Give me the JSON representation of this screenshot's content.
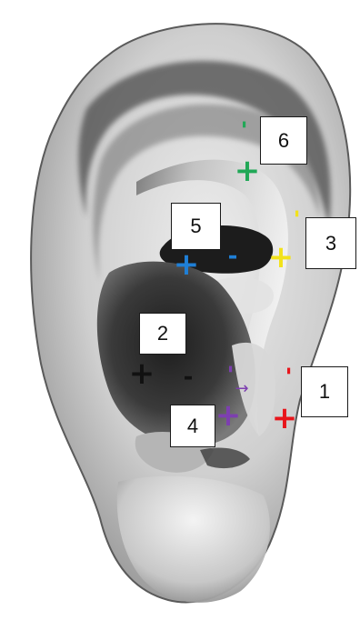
{
  "figure": {
    "subject": "ear",
    "background_color": "#ffffff"
  },
  "points": [
    {
      "id": "1",
      "color": "#e8151b",
      "plus": "+",
      "minus": "-",
      "label": "1"
    },
    {
      "id": "2",
      "color": "#111111",
      "plus": "+",
      "minus": "-",
      "label": "2"
    },
    {
      "id": "3",
      "color": "#f2e21b",
      "plus": "+",
      "minus": "-",
      "label": "3"
    },
    {
      "id": "4",
      "color": "#7d3fb0",
      "plus": "+",
      "minus": "-",
      "label": "4",
      "arrow": "→"
    },
    {
      "id": "5",
      "color": "#1f7fd6",
      "plus": "+",
      "minus": "-",
      "label": "5"
    },
    {
      "id": "6",
      "color": "#21a857",
      "plus": "+",
      "minus": "-",
      "label": "6"
    }
  ]
}
